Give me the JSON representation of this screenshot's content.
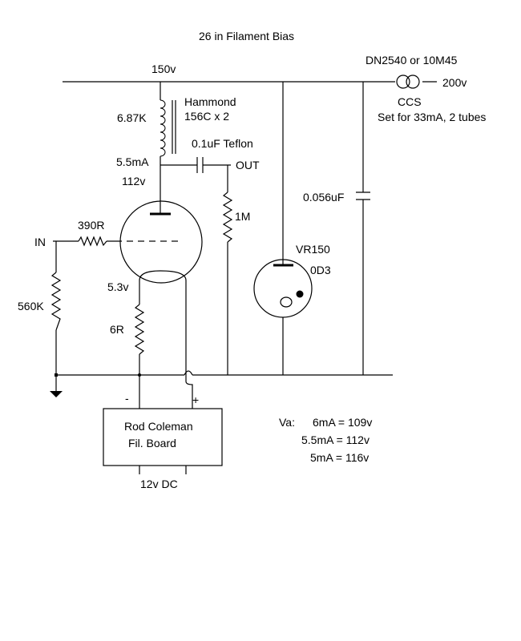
{
  "title": "26 in Filament Bias",
  "supply": {
    "b_plus": "150v",
    "ccs_part": "DN2540 or 10M45",
    "ccs_input": "200v",
    "ccs_label": "CCS",
    "ccs_setting": "Set for 33mA, 2 tubes"
  },
  "plate": {
    "choke_value": "6.87K",
    "choke_name": "Hammond",
    "choke_part": "156C x 2",
    "current": "5.5mA",
    "voltage": "112v"
  },
  "output": {
    "cap": "0.1uF Teflon",
    "label": "OUT",
    "resistor": "1M"
  },
  "input": {
    "label": "IN",
    "grid_stopper": "390R",
    "grid_leak": "560K"
  },
  "filament": {
    "voltage": "5.3v",
    "resistor": "6R",
    "minus": "-",
    "plus": "+"
  },
  "regulator": {
    "bypass_cap": "0.056uF",
    "tube": "VR150",
    "tube_alt": "0D3"
  },
  "board": {
    "line1": "Rod Coleman",
    "line2": "Fil. Board",
    "supply": "12v DC"
  },
  "va_table": {
    "header": "Va:",
    "rows": [
      "6mA = 109v",
      "5.5mA = 112v",
      "5mA = 116v"
    ]
  },
  "colors": {
    "ink": "#000000",
    "background": "#ffffff"
  }
}
